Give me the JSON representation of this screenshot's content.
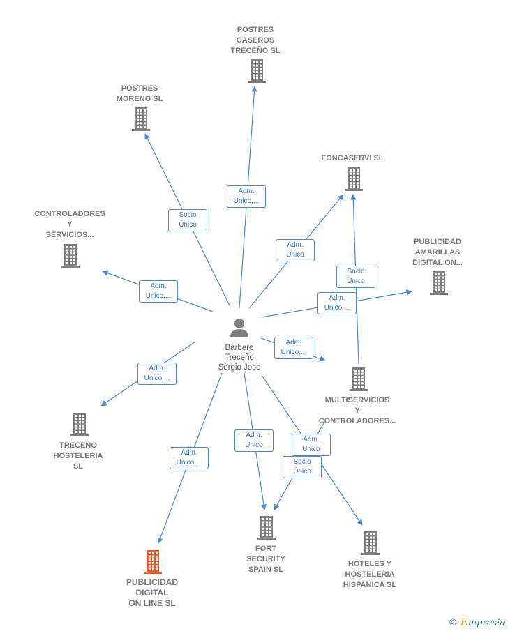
{
  "colors": {
    "edge": "#4a8ad4",
    "building": "#7f7f7f",
    "building_highlight": "#f05a28",
    "person": "#7f7f7f"
  },
  "center": {
    "label": "Barbero\nTreceño\nSergio Jose",
    "icon": "person-icon"
  },
  "nodes": [
    {
      "id": "postres-caseros",
      "label": "POSTRES\nCASEROS\nTRECEÑO  SL",
      "icon": "building-icon"
    },
    {
      "id": "postres-moreno",
      "label": "POSTRES\nMORENO  SL",
      "icon": "building-icon"
    },
    {
      "id": "foncaservi",
      "label": "FONCASERVI SL",
      "icon": "building-icon"
    },
    {
      "id": "controladores-servicios",
      "label": "CONTROLADORES\nY\nSERVICIOS...",
      "icon": "building-icon"
    },
    {
      "id": "publicidad-amarillas",
      "label": "PUBLICIDAD\nAMARILLAS\nDIGITAL ON...",
      "icon": "building-icon"
    },
    {
      "id": "multiservicios",
      "label": "MULTISERVICIOS\nY\nCONTROLADORES...",
      "icon": "building-icon"
    },
    {
      "id": "treceno-hosteleria",
      "label": "TRECEÑO\nHOSTELERIA\nSL",
      "icon": "building-icon"
    },
    {
      "id": "fort-security",
      "label": "FORT\nSECURITY\nSPAIN SL",
      "icon": "building-icon"
    },
    {
      "id": "hoteles-hosteleria",
      "label": "HOTELES Y\nHOSTELERIA\nHISPANICA  SL",
      "icon": "building-icon"
    },
    {
      "id": "publicidad-digital",
      "label": "PUBLICIDAD\nDIGITAL\nON LINE  SL",
      "icon": "building-icon",
      "highlight": true
    }
  ],
  "edges": [
    {
      "from": "center",
      "to": "postres-caseros",
      "label": "Adm.\nUnico,..."
    },
    {
      "from": "center",
      "to": "postres-moreno",
      "label": "Socio\nÚnico"
    },
    {
      "from": "center",
      "to": "foncaservi",
      "label": "Adm.\nUnico"
    },
    {
      "from": "center",
      "to": "controladores-servicios",
      "label": "Adm.\nUnico,..."
    },
    {
      "from": "center",
      "to": "publicidad-amarillas",
      "label": "Adm.\nUnico,..."
    },
    {
      "from": "center",
      "to": "multiservicios",
      "label": "Adm.\nUnico,..."
    },
    {
      "from": "multiservicios",
      "to": "foncaservi",
      "label": "Socio\nÚnico"
    },
    {
      "from": "center",
      "to": "treceno-hosteleria",
      "label": "Adm.\nUnico,..."
    },
    {
      "from": "center",
      "to": "fort-security",
      "label": "Adm.\nUnico"
    },
    {
      "from": "multiservicios",
      "to": "fort-security",
      "label": "Socio\nÚnico"
    },
    {
      "from": "center",
      "to": "hoteles-hosteleria",
      "label": "Adm.\nUnico"
    },
    {
      "from": "center",
      "to": "publicidad-digital",
      "label": "Adm.\nUnico,..."
    }
  ],
  "footer": {
    "copyright": "©",
    "brand": "mpresia",
    "brand_initial": "E"
  }
}
